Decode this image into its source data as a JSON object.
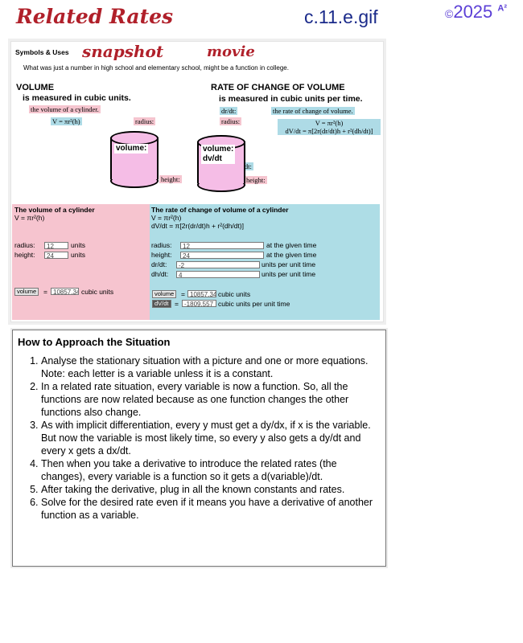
{
  "header": {
    "title": "Related Rates",
    "file": "c.11.e.gif",
    "copyright_symbol": "©",
    "copyright_year": "2025",
    "copyright_sup": "A²"
  },
  "notes": {
    "snapshot": "snapshot",
    "movie": "movie"
  },
  "symbols": {
    "label": "Symbols & Uses",
    "intro": "What was just a number in high school and elementary school, might be a function in college.",
    "volume_header": "VOLUME",
    "volume_sub": "is measured in cubic units.",
    "volume_desc": "the volume of a cylinder.",
    "volume_formula": "V = πr²(h)",
    "radius_tag": "radius:",
    "height_tag": "height:",
    "rate_header": "RATE OF CHANGE OF VOLUME",
    "rate_sub": "is measured in cubic units per time.",
    "drdt_tag": "dr/dt:",
    "rate_desc": "the rate of change of volume.",
    "rate_formula1": "V = πr²(h)",
    "rate_formula2": "dV/dt = π[2r(dr/dt)h + r²(dh/dt)]",
    "radius_tag2": "radius:",
    "dhdt_tag": "dh/dt:",
    "height_tag2": "height:",
    "cyl1_label": "volume:",
    "cyl2_label1": "volume:",
    "cyl2_label2": "dv/dt"
  },
  "calc_left": {
    "title": "The volume of a cylinder",
    "formula": "V = πr²(h)",
    "radius_label": "radius:",
    "radius_value": "12",
    "radius_unit": "units",
    "height_label": "height:",
    "height_value": "24",
    "height_unit": "units",
    "volume_button": "volume",
    "equals": "=",
    "volume_value": "10857.34",
    "volume_unit": "cubic units"
  },
  "calc_right": {
    "title": "The rate of change of volume of a cylinder",
    "formula1": "V = πr²(h)",
    "formula2": "dV/dt = π[2r(dr/dt)h + r²(dh/dt)]",
    "radius_label": "radius:",
    "radius_value": "12",
    "radius_note": "at the given time",
    "height_label": "height:",
    "height_value": "24",
    "height_note": "at the given time",
    "drdt_label": "dr/dt:",
    "drdt_value": "-2",
    "drdt_note": "units per unit time",
    "dhdt_label": "dh/dt:",
    "dhdt_value": "4",
    "dhdt_note": "units per unit time",
    "volume_button": "volume",
    "equals": "=",
    "volume_value": "10857.34",
    "volume_unit": "cubic units",
    "dvdt_button": "dV/dt",
    "equals2": "=",
    "dvdt_value": "-1809.557",
    "dvdt_unit": "cubic units per unit time"
  },
  "howto": {
    "title": "How to Approach the Situation",
    "steps": [
      "Analyse the stationary situation with a picture and one or more equations.",
      "Note: each letter is a variable unless it is a constant.",
      "In a related rate situation, every variable is now a function. So, all the functions are now related because as one function changes the other functions also change.",
      "As with implicit differentiation, every y must get a dy/dx, if x is the variable. But now the variable is most likely time, so every y also gets a dy/dt and every x gets a dx/dt.",
      "Then when you take a derivative to introduce the related rates (the changes), every variable is a function so it gets a d(variable)/dt.",
      "After taking the derivative, plug in all the known constants and rates.",
      "Solve for the desired rate even if it means you have a derivative of another function as a variable."
    ]
  }
}
